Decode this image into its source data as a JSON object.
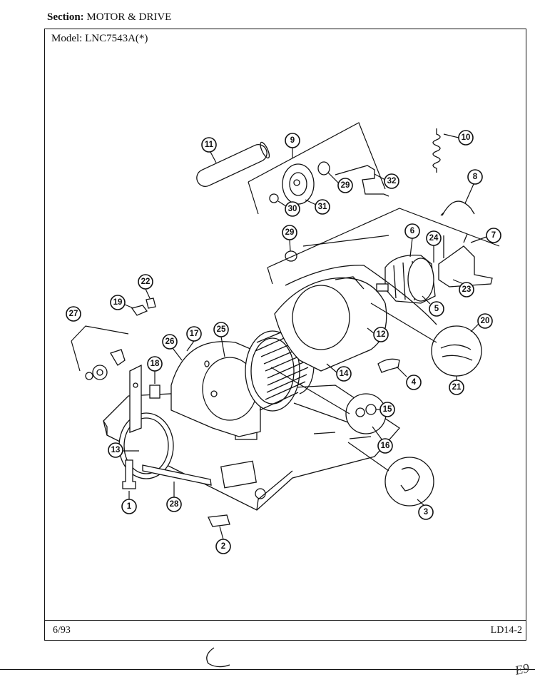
{
  "header": {
    "section_label": "Section:",
    "section_value": "MOTOR & DRIVE",
    "model_label": "Model:",
    "model_value": "LNC7543A(*)"
  },
  "footer": {
    "date": "6/93",
    "page_code": "LD14-2",
    "corner_mark": "E9"
  },
  "callouts": [
    "1",
    "2",
    "3",
    "4",
    "5",
    "6",
    "7",
    "8",
    "9",
    "10",
    "11",
    "12",
    "13",
    "14",
    "15",
    "16",
    "17",
    "18",
    "19",
    "20",
    "21",
    "22",
    "23",
    "24",
    "25",
    "26",
    "27",
    "28",
    "29",
    "29",
    "30",
    "31",
    "32"
  ]
}
